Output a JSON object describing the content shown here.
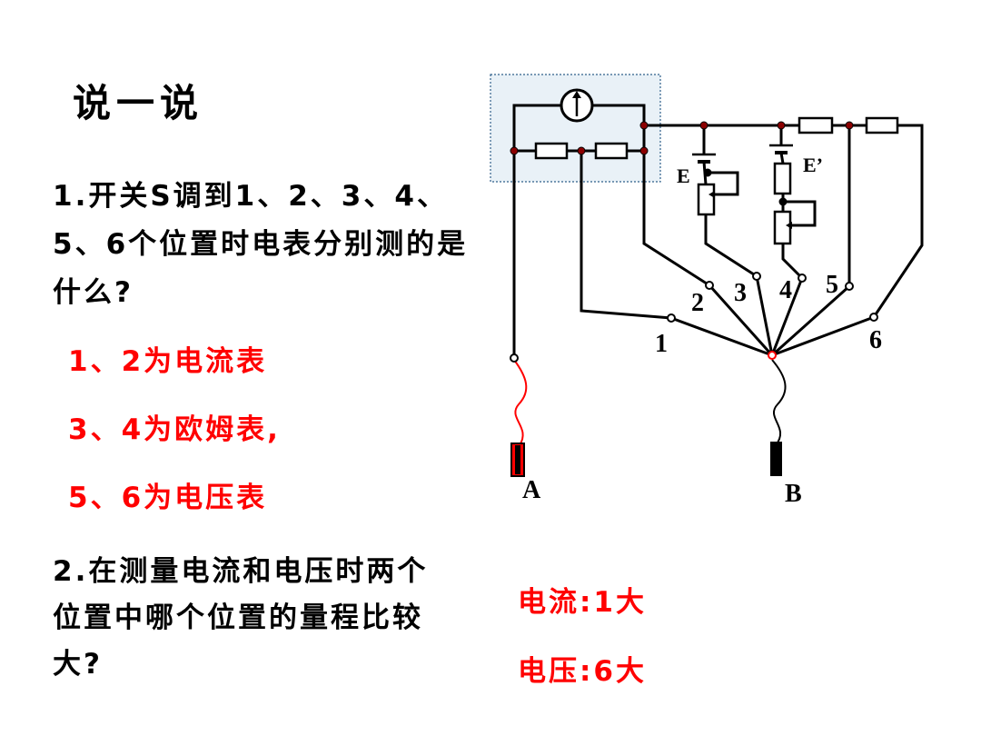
{
  "slide": {
    "title": "说一说",
    "question1": "1.开关S调到1、2、3、4、5、6个位置时电表分别测的是什么?",
    "answers": [
      "1、2为电流表",
      "3、4为欧姆表,",
      "5、6为电压表"
    ],
    "question2": "2.在测量电流和电压时两个位置中哪个位置的量程比较大?",
    "results": [
      "电流:1大",
      "电压:6大"
    ]
  },
  "diagram": {
    "battery_labels": [
      "E",
      "E’"
    ],
    "switch_positions": [
      "1",
      "2",
      "3",
      "4",
      "5",
      "6"
    ],
    "probe_labels": [
      "A",
      "B"
    ],
    "colors": {
      "answer": "#ff0000",
      "meter_box_fill": "#e9f1f7",
      "meter_box_border": "#2f5f8a",
      "wire": "#000000",
      "node": "#8b0000"
    }
  }
}
